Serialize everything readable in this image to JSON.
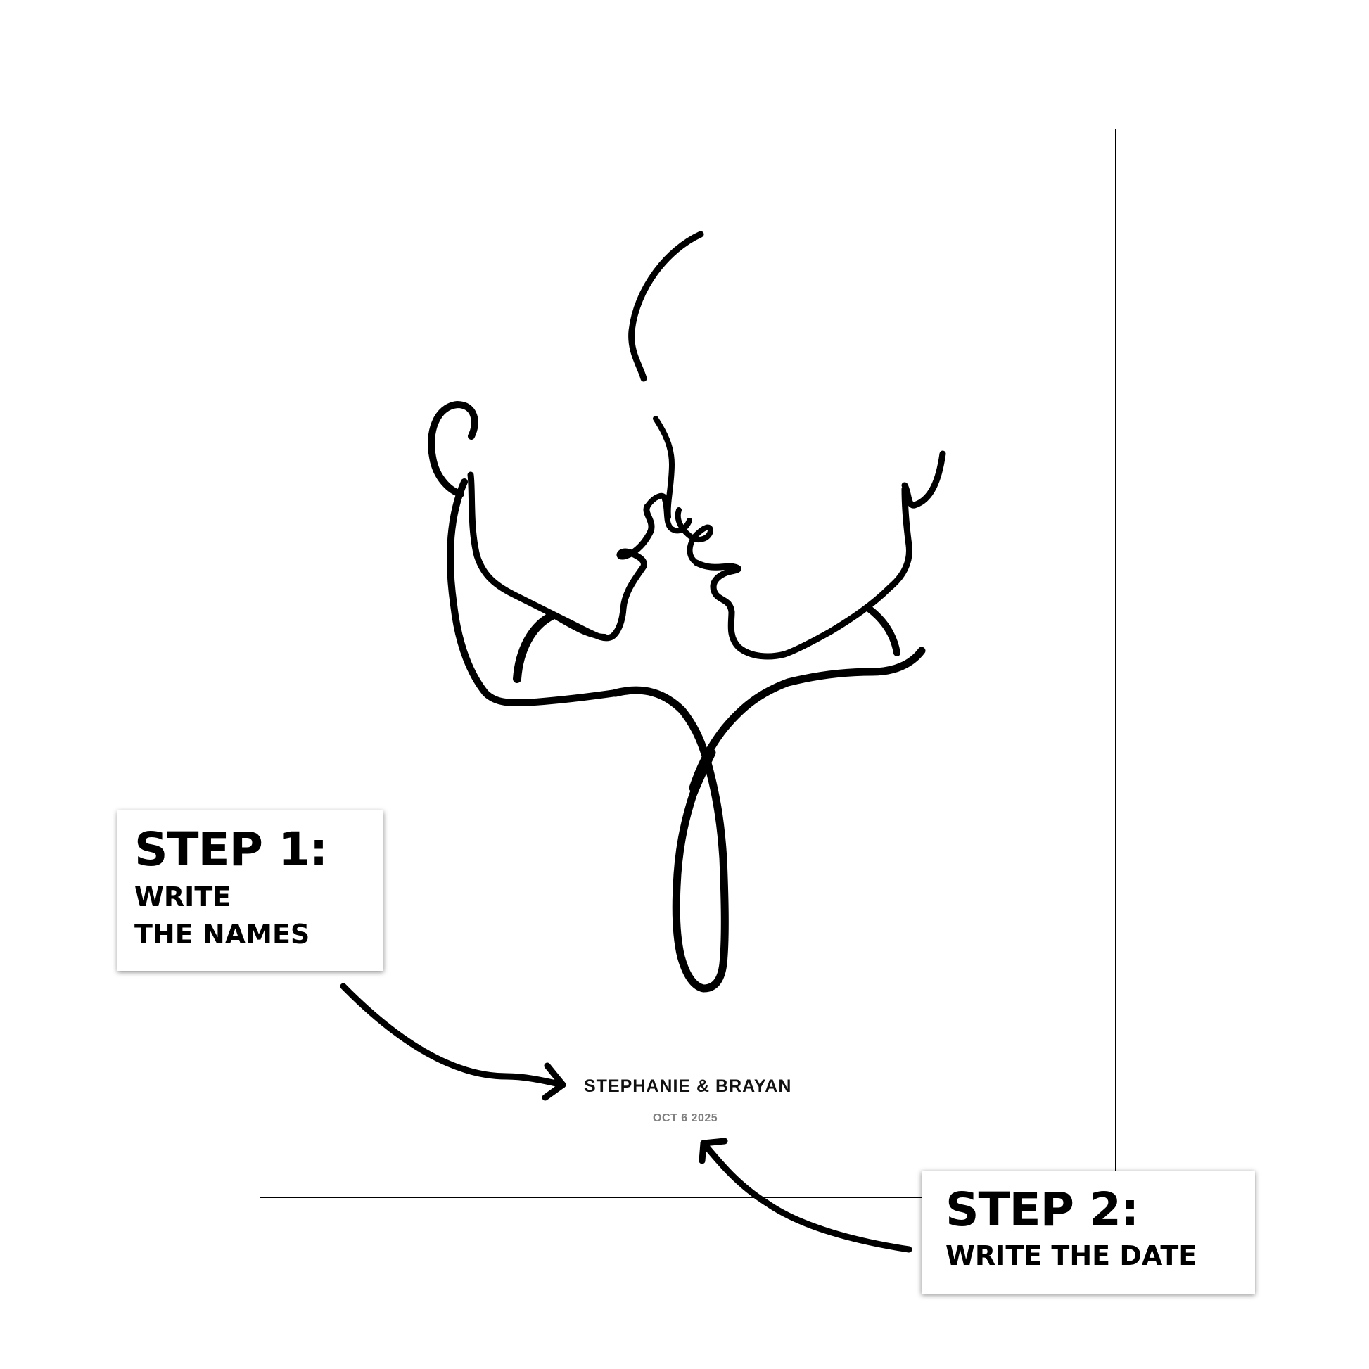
{
  "poster": {
    "names": "STEPHANIE & BRAYAN",
    "date": "OCT 6 2025",
    "artwork_icon": "couple-kissing-line-art-icon"
  },
  "steps": [
    {
      "title": "STEP 1:",
      "description_lines": [
        "WRITE",
        "THE NAMES"
      ]
    },
    {
      "title": "STEP 2:",
      "description_lines": [
        "WRITE THE DATE"
      ]
    }
  ],
  "colors": {
    "background": "#ffffff",
    "ink": "#000000",
    "date_text": "#808080"
  }
}
